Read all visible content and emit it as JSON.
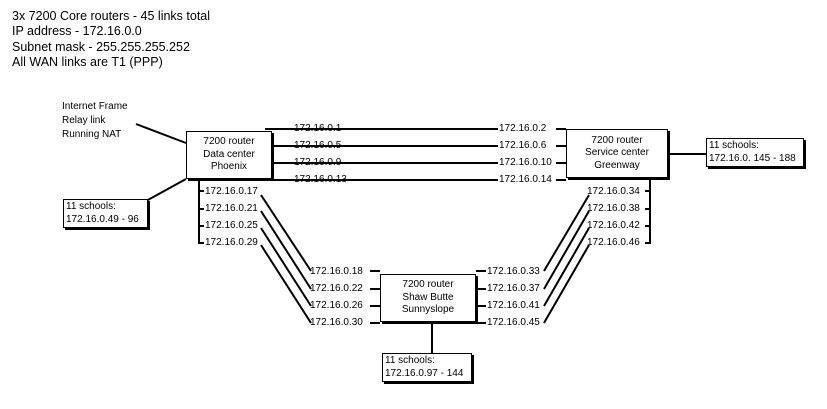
{
  "header": {
    "line1": "3x 7200 Core routers - 45 links total",
    "line2": "IP address - 172.16.0.0",
    "line3": "Subnet mask - 255.255.255.252",
    "line4": "All WAN links are T1 (PPP)"
  },
  "internet_note": {
    "line1": "Internet Frame",
    "line2": "Relay link",
    "line3": "Running NAT"
  },
  "routers": {
    "phoenix": {
      "line1": "7200 router",
      "line2": "Data center",
      "line3": "Phoenix"
    },
    "greenway": {
      "line1": "7200 router",
      "line2": "Service center",
      "line3": "Greenway"
    },
    "sunnyslope": {
      "line1": "7200 router",
      "line2": "Shaw Butte",
      "line3": "Sunnyslope"
    }
  },
  "schools": {
    "phoenix": {
      "line1": "11 schools:",
      "line2": "172.16.0.49 - 96"
    },
    "greenway": {
      "line1": "11 schools:",
      "line2": "172.16.0. 145 - 188"
    },
    "sunnyslope": {
      "line1": "11 schools:",
      "line2": "172.16.0.97 - 144"
    }
  },
  "links": {
    "phoenix_greenway": {
      "left": [
        "172.16.0.1",
        "172.16.0.5",
        "172.16.0.9",
        "172.16.0.13"
      ],
      "right": [
        "172.16.0.2",
        "172.16.0.6",
        "172.16.0.10",
        "172.16.0.14"
      ]
    },
    "phoenix_sunnyslope": {
      "top": [
        "172.16.0.17",
        "172.16.0.21",
        "172.16.0.25",
        "172.16.0.29"
      ],
      "bottom": [
        "172.16.0.18",
        "172.16.0.22",
        "172.16.0.26",
        "172.16.0.30"
      ]
    },
    "greenway_sunnyslope": {
      "top": [
        "172.16.0.34",
        "172.16.0.38",
        "172.16.0.42",
        "172.16.0.46"
      ],
      "bottom": [
        "172.16.0.33",
        "172.16.0.37",
        "172.16.0.41",
        "172.16.0.45"
      ]
    }
  }
}
